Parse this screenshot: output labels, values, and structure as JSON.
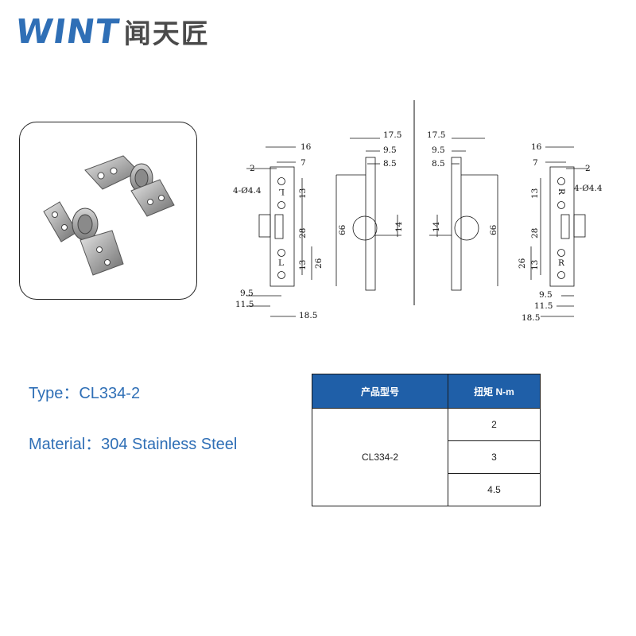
{
  "brand": {
    "latin": "WINT",
    "chinese": "闻天匠",
    "color": "#2f6fb6"
  },
  "product_photo": {
    "description_icon": "hinge-photo"
  },
  "drawing": {
    "left_view": {
      "dims": [
        "16",
        "2",
        "7",
        "4-Ø4.4",
        "13",
        "28",
        "26",
        "13",
        "9.5",
        "11.5",
        "18.5"
      ],
      "marks": [
        "L",
        "L"
      ]
    },
    "mid_left_view": {
      "dims": [
        "17.5",
        "9.5",
        "8.5",
        "66",
        "14"
      ]
    },
    "mid_right_view": {
      "dims": [
        "17.5",
        "9.5",
        "8.5",
        "14",
        "66"
      ]
    },
    "right_view": {
      "dims": [
        "16",
        "7",
        "2",
        "4-Ø4.4",
        "13",
        "28",
        "26",
        "13",
        "9.5",
        "11.5",
        "18.5"
      ],
      "marks": [
        "R",
        "R"
      ]
    }
  },
  "specs": {
    "type": "Type：CL334-2",
    "material": "Material：304 Stainless Steel"
  },
  "table": {
    "headers": [
      "产品型号",
      "扭矩 N-m"
    ],
    "model": "CL334-2",
    "torques": [
      "2",
      "3",
      "4.5"
    ],
    "header_color": "#1f5fa8"
  }
}
